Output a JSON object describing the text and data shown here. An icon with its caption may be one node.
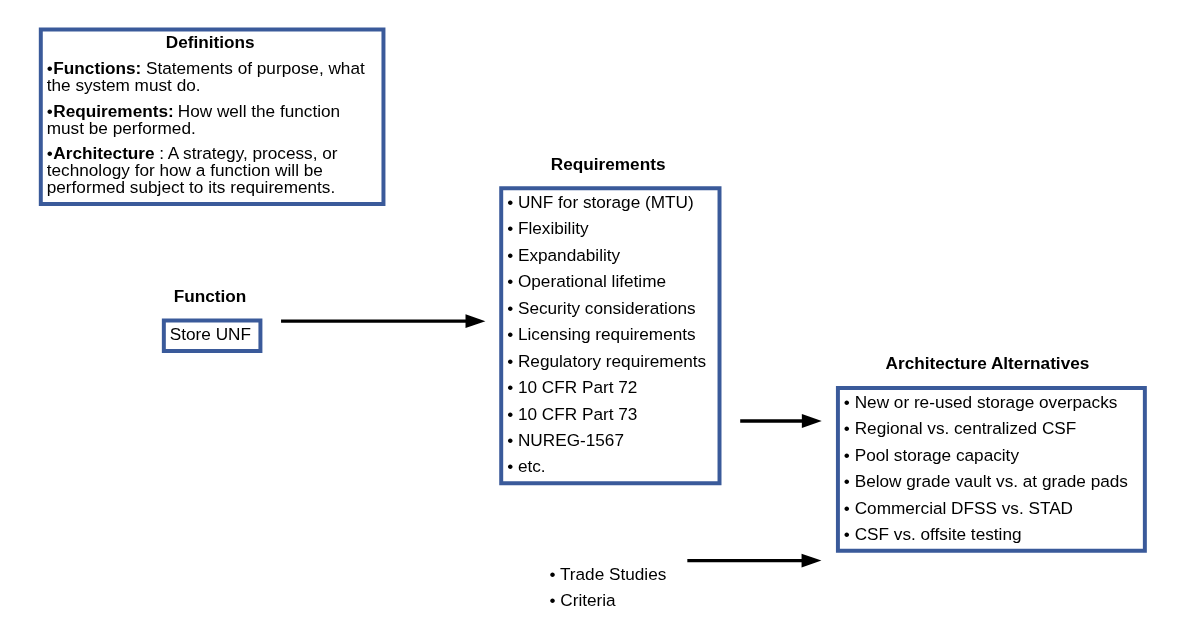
{
  "diagram": {
    "nodes": [
      {
        "text": [
          "Function",
          "Store UNF"
        ]
      },
      {
        "text": [
          "Requirements",
          "• UNF for storage (MTU)",
          "• Flexibility",
          "• Expandability",
          "• Operational lifetime",
          "• Security considerations",
          "• Licensing requirements",
          "• Regulatory requirements",
          "• 10 CFR Part 72",
          "• 10 CFR Part 73",
          "• NUREG-1567",
          "• etc."
        ]
      },
      {
        "text": [
          "Definitions",
          "•**Functions:** Statements of purpose, what the system must do.",
          "•**Requirements:** How well the function must be performed.",
          "•**Architecture**: A strategy, process, or technology for how a function will be performed subject to its requirements."
        ]
      },
      {
        "text": [
          "Architecture Alternatives",
          "• New or re-used storage overpacks",
          "• Regional vs. centralized CSF",
          "• Pool storage capacity",
          "• Below grade vault vs. at grade pads",
          "• Commercial DFSS vs. STAD",
          "• CSF vs. offsite testing"
        ]
      },
      {
        "text": [
          "• Trade Studies",
          "• Criteria"
        ]
      }
    ],
    "edges": [
      {
        "from": 0,
        "to": 1,
        "arrow": "to"
      },
      {
        "from": 1,
        "to": 3,
        "arrow": "to"
      },
      {
        "from": 4,
        "to": 3,
        "arrow": "to"
      }
    ]
  }
}
